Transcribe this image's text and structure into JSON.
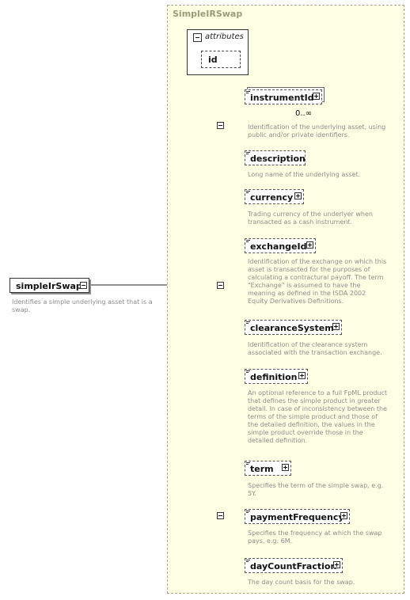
{
  "complex_type": {
    "name": "SimpleIRSwap"
  },
  "attributes": {
    "label": "attributes",
    "items": [
      "id"
    ]
  },
  "root": {
    "name": "simpleIrSwap",
    "doc": [
      "Identifies a simple underlying asset that is a",
      "swap."
    ]
  },
  "groups": [
    {
      "elements": [
        {
          "name": "instrumentId",
          "occurrence": "0..∞",
          "doc": [
            "Identification of the underlying asset, using",
            "public and/or private identifiers."
          ]
        },
        {
          "name": "description",
          "doc": [
            "Long name of the underlying asset."
          ]
        }
      ]
    },
    {
      "elements": [
        {
          "name": "currency",
          "doc": [
            "Trading currency of the underlyer when",
            "transacted as a cash instrument."
          ]
        },
        {
          "name": "exchangeId",
          "doc": [
            "Identification of the exchange on which this",
            "asset is transacted for the purposes of",
            "calculating a contractural payoff. The term",
            "\"Exchange\" is assumed to have the",
            "meaning as defined in the ISDA 2002",
            "Equity Derivatives Definitions."
          ]
        },
        {
          "name": "clearanceSystem",
          "doc": [
            "Identification of the clearance system",
            "associated with the transaction exchange."
          ]
        },
        {
          "name": "definition",
          "doc": [
            "An optional reference to a full FpML product",
            "that defines the simple product in greater",
            "detail. In case of inconsistency between the",
            "terms of the simple product and those of",
            "the detailed definition, the values in the",
            "simple product override those in the",
            "detailed definition."
          ]
        }
      ]
    },
    {
      "elements": [
        {
          "name": "term",
          "doc": [
            "Specifies the term of the simple swap, e.g.",
            "5Y."
          ]
        },
        {
          "name": "paymentFrequency",
          "doc": [
            "Specifies the frequency at which the swap",
            "pays, e.g. 6M."
          ]
        },
        {
          "name": "dayCountFraction",
          "doc": [
            "The day count basis for the swap."
          ]
        }
      ]
    }
  ]
}
